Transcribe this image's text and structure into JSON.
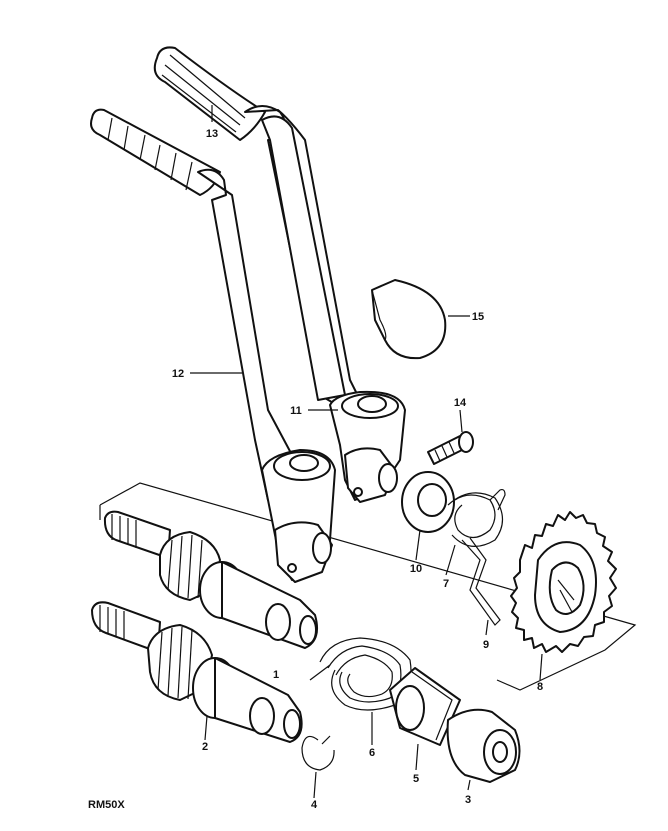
{
  "diagram": {
    "model_code": "RM50X",
    "part_labels": [
      "1",
      "2",
      "3",
      "4",
      "5",
      "6",
      "7",
      "8",
      "9",
      "10",
      "11",
      "12",
      "13",
      "14",
      "15"
    ]
  }
}
